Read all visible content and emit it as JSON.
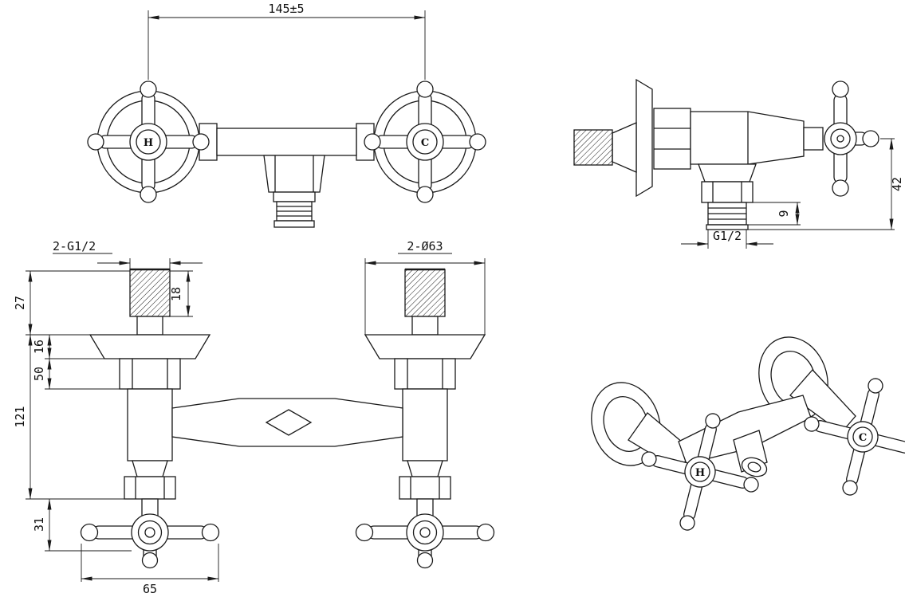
{
  "colors": {
    "background": "#ffffff",
    "line": "#1a1a1a"
  },
  "views": {
    "front": {
      "dim_width": "145±5",
      "hot_label": "H",
      "cold_label": "C"
    },
    "side": {
      "dim_height": "42",
      "dim_offset": "9",
      "dim_thread": "G1/2"
    },
    "plan": {
      "dim_thread": "2-G1/2",
      "dim_flange": "2-Ø63",
      "dim_thread_len": "18",
      "dim_top": "27",
      "dim_plate": "16",
      "dim_hex": "50",
      "dim_total": "121",
      "dim_handle": "31",
      "dim_width": "65"
    },
    "perspective": {
      "hot_label": "H",
      "cold_label": "C"
    }
  }
}
